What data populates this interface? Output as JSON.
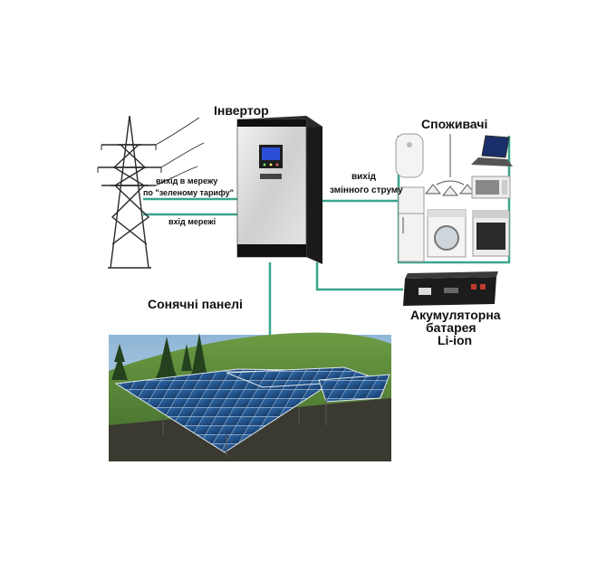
{
  "labels": {
    "inverter": "Інвертор",
    "consumers": "Споживачі",
    "grid_out_line1": "вихід в мережу",
    "grid_out_line2": "по \"зеленому тарифу\"",
    "grid_in": "вхід мережі",
    "ac_out_line1": "вихід",
    "ac_out_line2": "змінного струму",
    "solar_panels": "Сонячні панелі",
    "battery_line1": "Акумуляторна",
    "battery_line2": "батарея",
    "battery_line3": "Li-ion"
  },
  "icons": [
    "power-tower-icon",
    "inverter-icon",
    "water-heater-icon",
    "chandelier-icon",
    "laptop-icon",
    "microwave-icon",
    "refrigerator-icon",
    "washing-machine-icon",
    "oven-icon",
    "battery-icon",
    "solar-panel-icon"
  ],
  "colors": {
    "connector": "#3aa58c",
    "inverter_body": "#d9d9d9",
    "inverter_side": "#1a1a1a",
    "battery_body": "#1c1c1c",
    "panel_blue": "#1f4f86",
    "grass": "#5d8a3a",
    "sky": "#9fc3df"
  }
}
